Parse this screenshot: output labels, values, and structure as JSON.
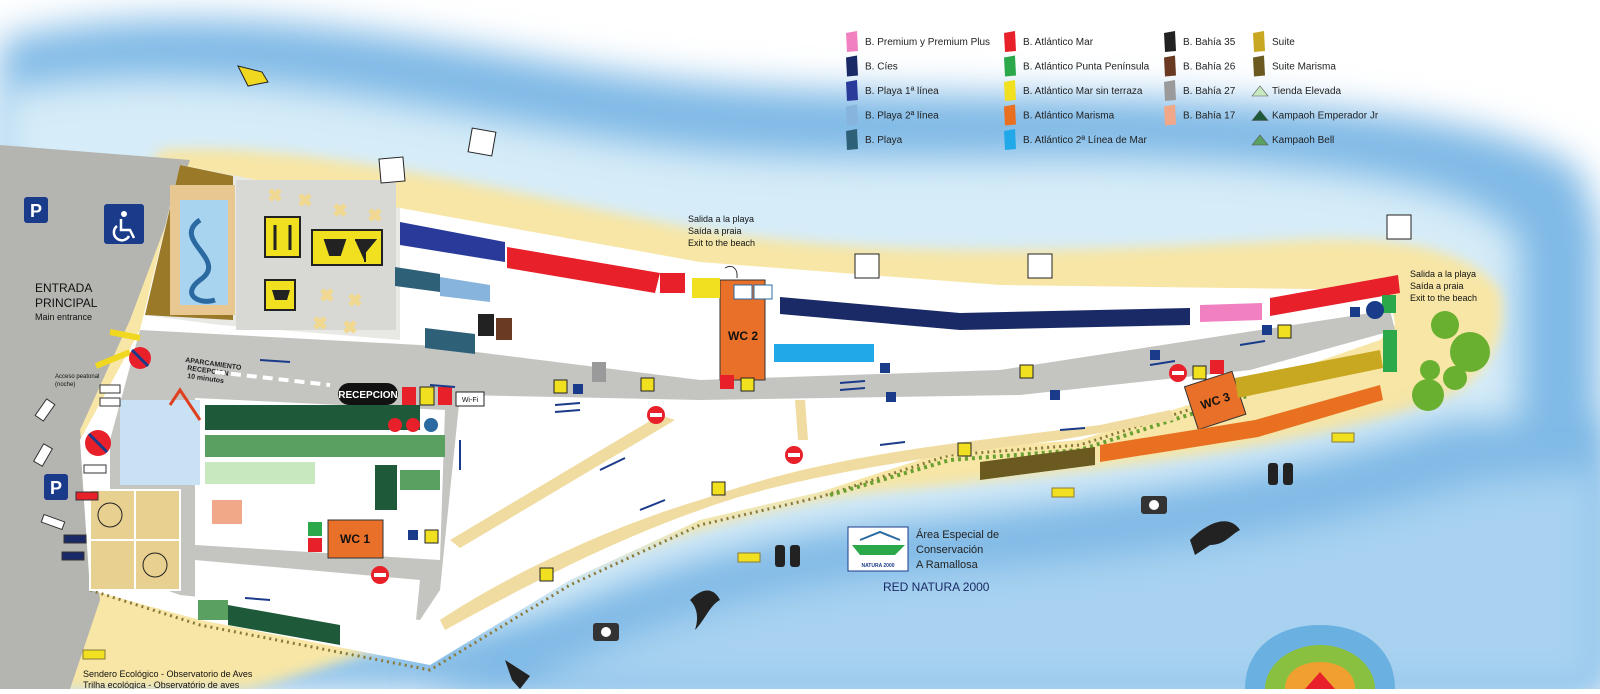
{
  "legend": {
    "columns": [
      [
        {
          "label": "B. Premium y Premium Plus",
          "color": "#f080c0",
          "shape": "bungalow"
        },
        {
          "label": "B. Cíes",
          "color": "#1a2a66",
          "shape": "bungalow"
        },
        {
          "label": "B. Playa 1ª línea",
          "color": "#2a3a9a",
          "shape": "bungalow"
        },
        {
          "label": "B. Playa 2ª línea",
          "color": "#86b4dc",
          "shape": "bungalow"
        },
        {
          "label": "B. Playa",
          "color": "#2e6078",
          "shape": "bungalow"
        }
      ],
      [
        {
          "label": "B. Atlántico Mar",
          "color": "#e8202a",
          "shape": "bungalow"
        },
        {
          "label": "B. Atlántico Punta Península",
          "color": "#2aa84a",
          "shape": "bungalow"
        },
        {
          "label": "B. Atlántico Mar sin terraza",
          "color": "#f0e020",
          "shape": "bungalow"
        },
        {
          "label": "B. Atlántico Marisma",
          "color": "#e87020",
          "shape": "bungalow"
        },
        {
          "label": "B. Atlántico 2ª Línea de Mar",
          "color": "#20a8e8",
          "shape": "bungalow"
        }
      ],
      [
        {
          "label": "B. Bahía 35",
          "color": "#222222",
          "shape": "bungalow"
        },
        {
          "label": "B. Bahía 26",
          "color": "#6a3a22",
          "shape": "bungalow"
        },
        {
          "label": "B. Bahía 27",
          "color": "#9a9a9a",
          "shape": "bungalow"
        },
        {
          "label": "B. Bahía 17",
          "color": "#f0a888",
          "shape": "bungalow"
        }
      ],
      [
        {
          "label": "Suite",
          "color": "#c8a820",
          "shape": "bungalow"
        },
        {
          "label": "Suite Marisma",
          "color": "#6a5a20",
          "shape": "bungalow"
        },
        {
          "label": "Tienda Elevada",
          "color": "#c8e8c0",
          "shape": "tent"
        },
        {
          "label": "Kampaoh Emperador Jr",
          "color": "#1e5a3a",
          "shape": "tent"
        },
        {
          "label": "Kampaoh Bell",
          "color": "#5aa060",
          "shape": "tent"
        }
      ]
    ]
  },
  "labels": {
    "main_entrance_1": "ENTRADA",
    "main_entrance_2": "PRINCIPAL",
    "main_entrance_3": "Main entrance",
    "pedestrian_1": "Acceso peatonal",
    "pedestrian_2": "(noche)",
    "parking_1": "APARCAMIENTO",
    "parking_2": "RECEPCION",
    "parking_3": "10 minutos",
    "reception": "RECEPCION",
    "wc1": "WC 1",
    "wc2": "WC 2",
    "wc3": "WC 3",
    "exit_mid_1": "Salida a la playa",
    "exit_mid_2": "Saída a praia",
    "exit_mid_3": "Exit to the beach",
    "exit_east_1": "Salida a la playa",
    "exit_east_2": "Saída a praia",
    "exit_east_3": "Exit to the beach",
    "area_1": "Área Especial de",
    "area_2": "Conservación",
    "area_3": "A Ramallosa",
    "red_natura": "RED NATURA 2000",
    "natura_logo": "NATURA 2000",
    "trail_1": "Sendero Ecológico - Observatorio de Aves",
    "trail_2": "Trilha ecológica - Observatório de aves",
    "parking_sign": "P",
    "wifi": "Wi-Fi"
  },
  "colors": {
    "sea": "#7fb9e6",
    "sea_shallow": "#c8e4f6",
    "sand": "#f7e6a6",
    "road": "#c8c8c4",
    "asphalt": "#b9b9b5",
    "wc": "#e87028"
  }
}
